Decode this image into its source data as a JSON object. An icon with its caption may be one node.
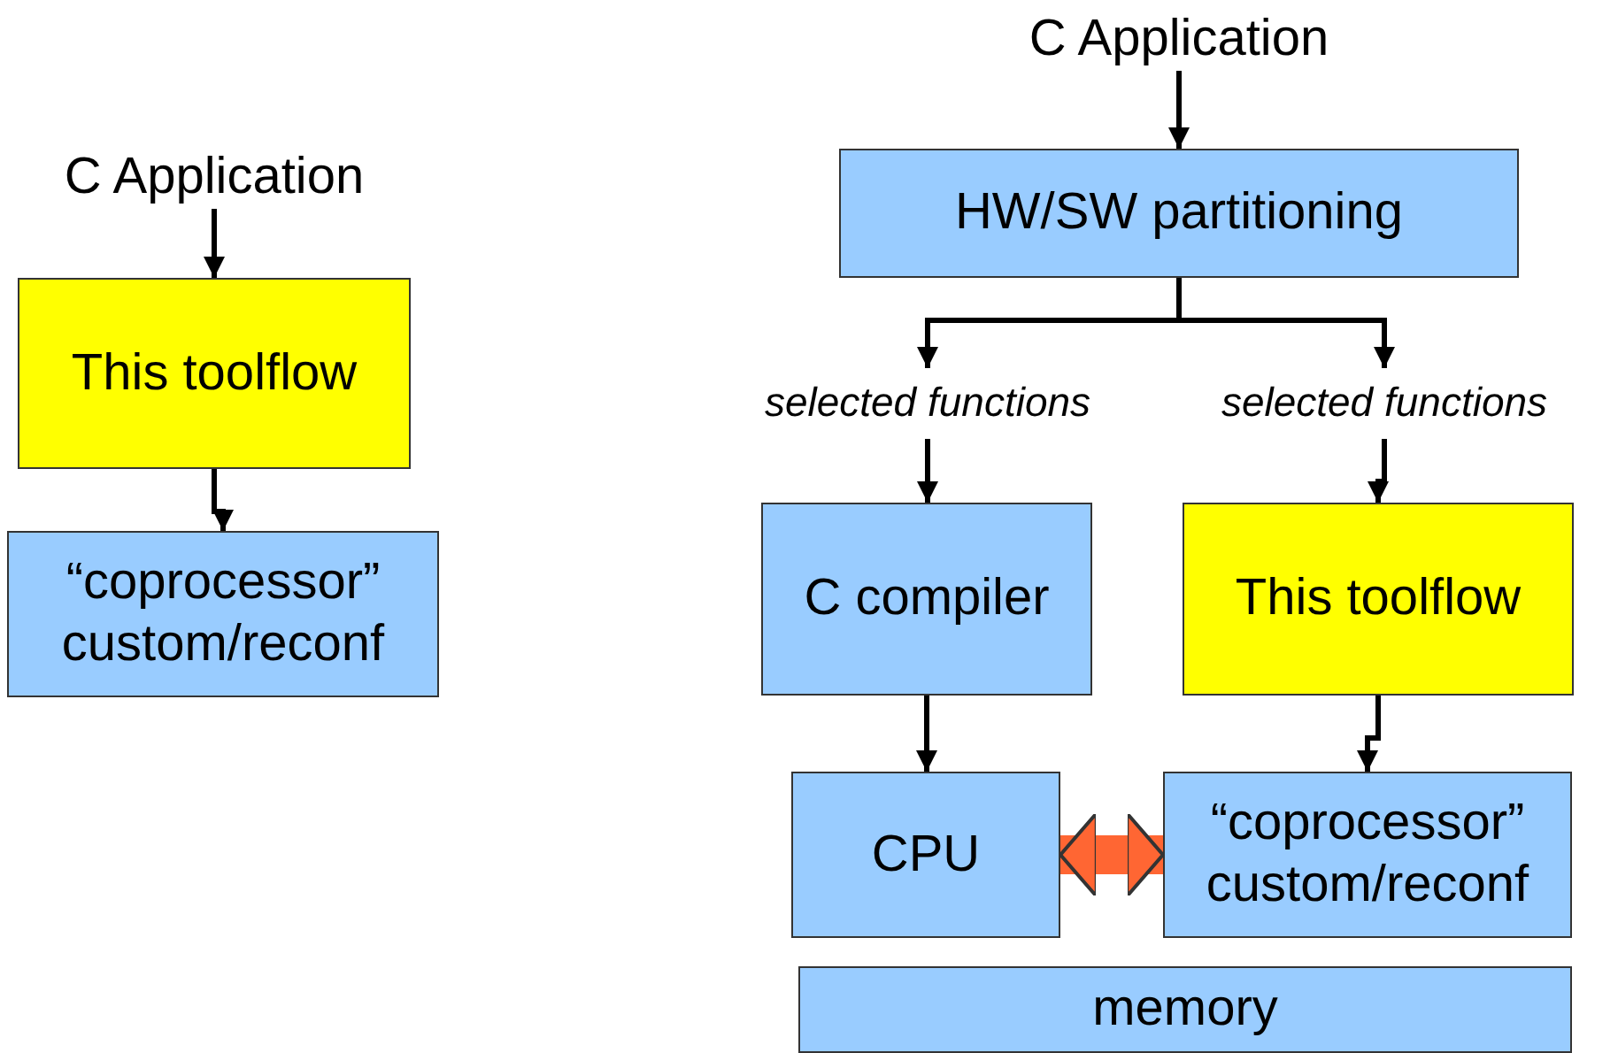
{
  "diagram": {
    "nodes": [
      {
        "text": [
          "C Application"
        ]
      },
      {
        "text": [
          "This toolflow"
        ]
      },
      {
        "text": [
          "“coprocessor” custom/reconf"
        ]
      },
      {
        "text": [
          "C Application"
        ]
      },
      {
        "text": [
          "HW/SW partitioning"
        ]
      },
      {
        "text": [
          "selected functions"
        ]
      },
      {
        "text": [
          "selected functions"
        ]
      },
      {
        "text": [
          "C compiler"
        ]
      },
      {
        "text": [
          "This toolflow"
        ]
      },
      {
        "text": [
          "CPU"
        ]
      },
      {
        "text": [
          "“coprocessor” custom/reconf"
        ]
      },
      {
        "text": [
          "memory"
        ]
      }
    ],
    "edges": [
      {
        "from": 0,
        "to": 1,
        "arrow": "to"
      },
      {
        "from": 1,
        "to": 2,
        "arrow": "to"
      },
      {
        "from": 3,
        "to": 4,
        "arrow": "to"
      },
      {
        "from": 4,
        "to": 5,
        "arrow": "to"
      },
      {
        "from": 4,
        "to": 6,
        "arrow": "to"
      },
      {
        "from": 5,
        "to": 7,
        "arrow": "to"
      },
      {
        "from": 6,
        "to": 8,
        "arrow": "to"
      },
      {
        "from": 7,
        "to": 9,
        "arrow": "to"
      },
      {
        "from": 8,
        "to": 10,
        "arrow": "to"
      },
      {
        "from": 9,
        "to": 10,
        "arrow": "both",
        "style": "thick",
        "color": "#ff6633"
      }
    ]
  }
}
